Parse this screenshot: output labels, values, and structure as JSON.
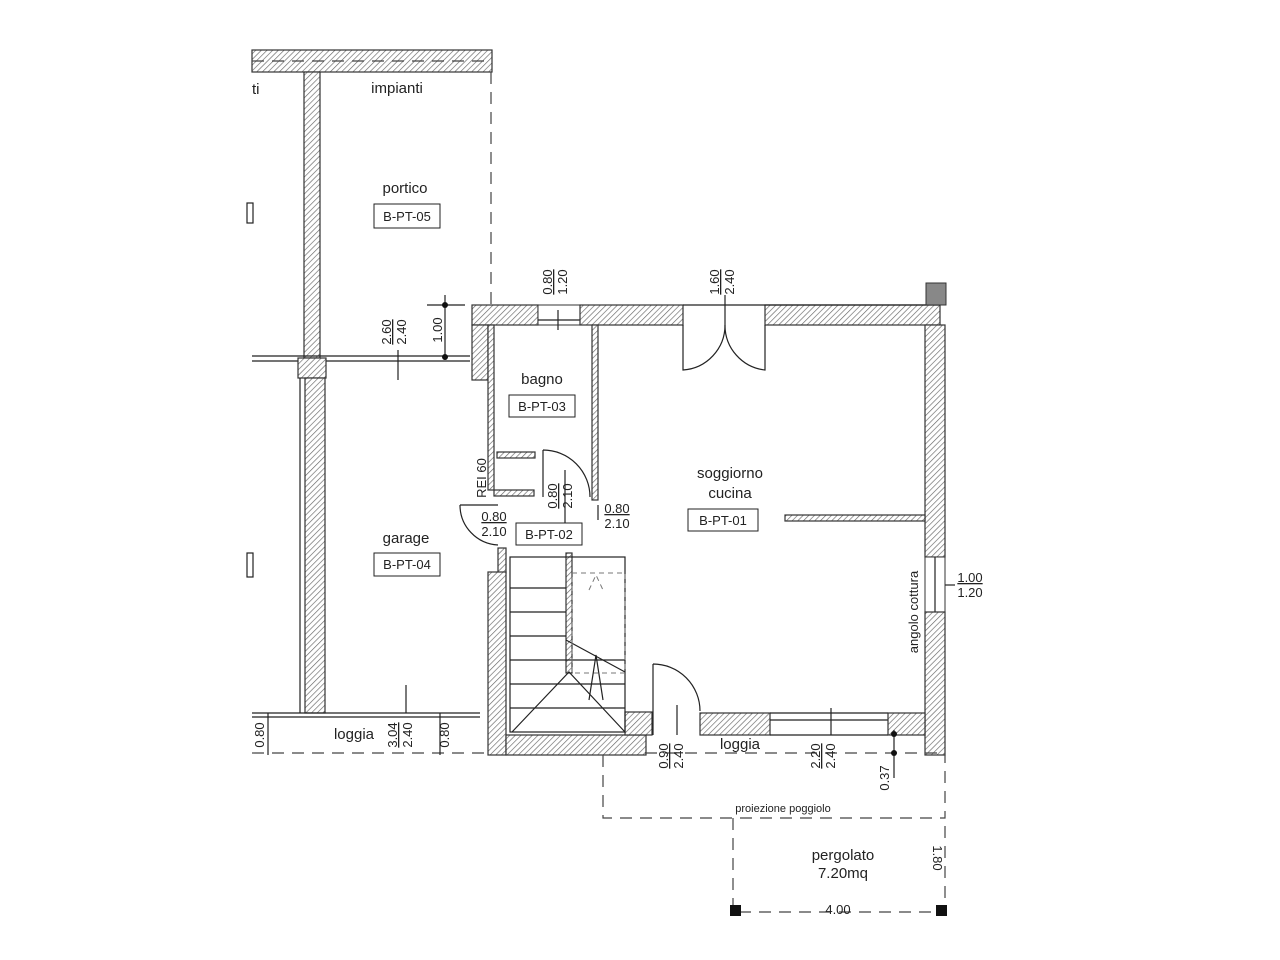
{
  "plan": {
    "rooms": {
      "impianti_partial": "ti",
      "impianti": "impianti",
      "portico": {
        "name": "portico",
        "code": "B-PT-05"
      },
      "bagno": {
        "name": "bagno",
        "code": "B-PT-03"
      },
      "soggiorno": {
        "name1": "soggiorno",
        "name2": "cucina",
        "code": "B-PT-01"
      },
      "disimpegno": {
        "code": "B-PT-02"
      },
      "garage": {
        "name": "garage",
        "code": "B-PT-04"
      },
      "loggia_left": "loggia",
      "loggia_right": "loggia",
      "angolo_cottura": "angolo cottura",
      "proiezione": "proiezione poggiolo",
      "pergolato": {
        "name": "pergolato",
        "area": "7.20mq",
        "width": "4.00",
        "depth": "1.80"
      }
    },
    "labels": {
      "rei": "REI 60"
    },
    "dimensions": {
      "win_bagno": [
        "0.80",
        "1.20"
      ],
      "door_main": [
        "1.60",
        "2.40"
      ],
      "portico_opening": [
        "2.60",
        "2.40"
      ],
      "step_100": "1.00",
      "door_bagno": [
        "0.80",
        "2.10"
      ],
      "door_rei": [
        "0.80",
        "2.10"
      ],
      "door_sogg": [
        "0.80",
        "2.10"
      ],
      "win_cottura": [
        "1.00",
        "1.20"
      ],
      "loggia_left_a": "0.80",
      "loggia_opening": [
        "3.04",
        "2.40"
      ],
      "loggia_left_b": "0.80",
      "door_loggia": [
        "0.90",
        "2.40"
      ],
      "win_loggia": [
        "2.20",
        "2.40"
      ],
      "offset_037": "0.37"
    }
  }
}
